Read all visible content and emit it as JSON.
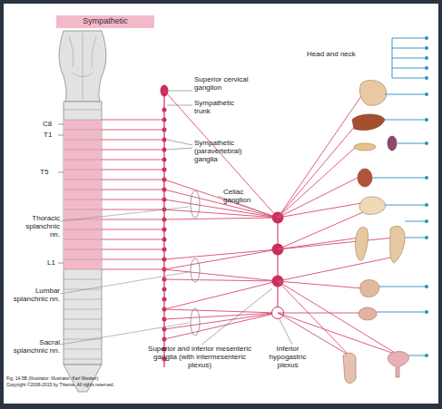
{
  "diagram": {
    "title": "Sympathetic",
    "caption": "Fig. 14.5B (Illustrator: Illustrator: Karl Wesker)",
    "labels": [
      "Superior cervical ganglion",
      "Sympathetic trunk",
      "Sympathetic (paravertebral) ganglia",
      "Celiac ganglion",
      "C8",
      "T1",
      "T5",
      "Thoracic splanchnic nn.",
      "L1",
      "Lumbar splanchnic nn.",
      "Sacral splanchnic nn.",
      "Superior and inferior mesenteric ganglia (with intermesenteric plexus)",
      "Inferior hypogastric plexus",
      "Head and neck",
      "Copyright ©2008-2015 by Thieme. All rights reserved."
    ]
  }
}
